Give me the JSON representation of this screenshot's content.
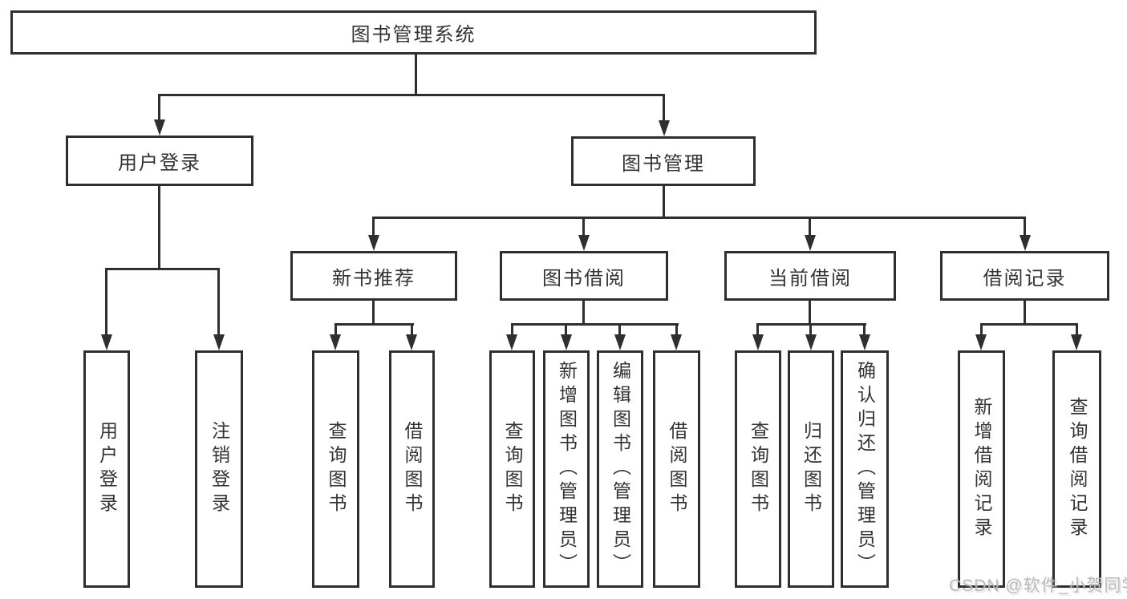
{
  "diagram": {
    "root": {
      "label": "图书管理系统",
      "children": [
        {
          "label": "用户登录",
          "children": [
            {
              "label": "用户登录"
            },
            {
              "label": "注销登录"
            }
          ]
        },
        {
          "label": "图书管理",
          "children": [
            {
              "label": "新书推荐",
              "children": [
                {
                  "label": "查询图书"
                },
                {
                  "label": "借阅图书"
                }
              ]
            },
            {
              "label": "图书借阅",
              "children": [
                {
                  "label": "查询图书"
                },
                {
                  "label": "新增图书（管理员）"
                },
                {
                  "label": "编辑图书（管理员）"
                },
                {
                  "label": "借阅图书"
                }
              ]
            },
            {
              "label": "当前借阅",
              "children": [
                {
                  "label": "查询图书"
                },
                {
                  "label": "归还图书"
                },
                {
                  "label": "确认归还（管理员）"
                }
              ]
            },
            {
              "label": "借阅记录",
              "children": [
                {
                  "label": "新增借阅记录"
                },
                {
                  "label": "查询借阅记录"
                }
              ]
            }
          ]
        }
      ]
    },
    "watermark": "CSDN @软件_小贺同学",
    "colors": {
      "line": "#2f2f2f",
      "text": "#333333",
      "watermark": "#b9b9b9",
      "background": "#ffffff"
    }
  }
}
